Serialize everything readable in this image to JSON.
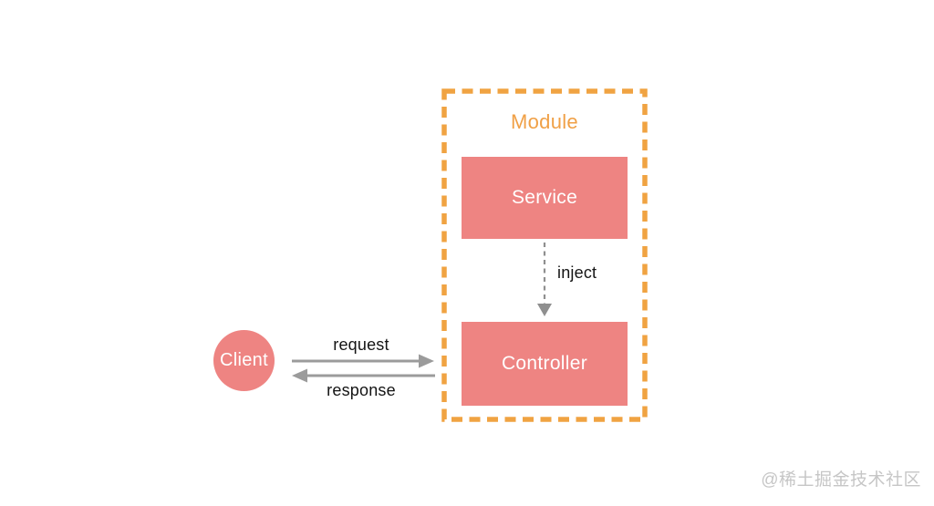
{
  "diagram": {
    "module": {
      "label": "Module"
    },
    "nodes": {
      "service": {
        "label": "Service"
      },
      "controller": {
        "label": "Controller"
      },
      "client": {
        "label": "Client"
      }
    },
    "edges": {
      "request": {
        "label": "request",
        "from": "client",
        "to": "controller",
        "style": "solid"
      },
      "response": {
        "label": "response",
        "from": "controller",
        "to": "client",
        "style": "solid"
      },
      "inject": {
        "label": "inject",
        "from": "service",
        "to": "controller",
        "style": "dashed"
      }
    },
    "colors": {
      "module_border": "#f0a342",
      "module_title": "#f0a046",
      "node_fill": "#ee8482",
      "node_text": "#ffffff",
      "arrow_gray": "#9b9b9b",
      "inject_arrow_gray": "#8f8f8f",
      "edge_label_text": "#141414",
      "watermark_gray": "#c6c6c6",
      "background": "#ffffff"
    }
  },
  "watermark": {
    "text": "@稀土掘金技术社区"
  }
}
